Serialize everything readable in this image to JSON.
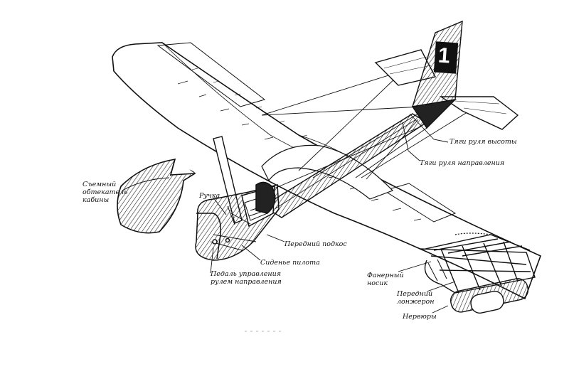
{
  "fin_number": "1",
  "labels": {
    "elevator_rods": "Тяги руля высоты",
    "rudder_rods": "Тяги руля направления",
    "fairing": "Съемный\nобтекатель\nкабины",
    "stick": "Ручка",
    "front_strut": "Передний подкос",
    "seat": "Сиденье пилота",
    "rudder_pedal": "Педаль управления\nрулем направления",
    "plywood_nose": "Фанерный\nносик",
    "front_spar": "Передний\nлонжерон",
    "ribs": "Нервюры"
  }
}
